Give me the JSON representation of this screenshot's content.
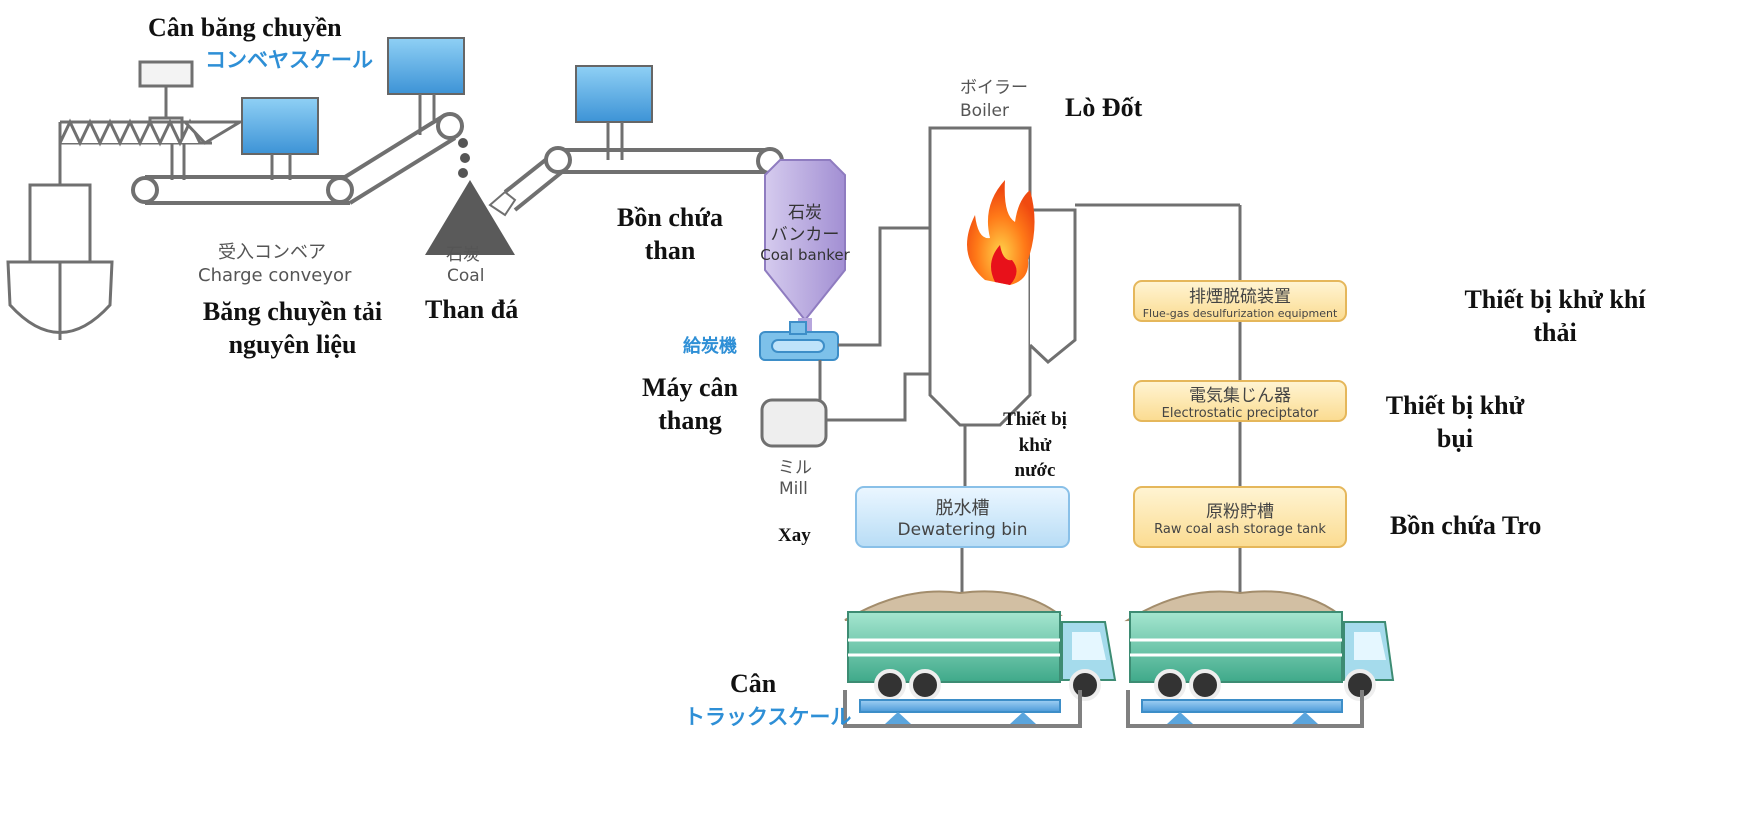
{
  "labels": {
    "conveyor_scale_vn": "Cân băng chuyền",
    "conveyor_scale_jp": "コンベヤスケール",
    "charge_conveyor_jp": "受入コンベア",
    "charge_conveyor_en": "Charge conveyor",
    "charge_conveyor_vn_1": "Băng chuyền tải",
    "charge_conveyor_vn_2": "nguyên liệu",
    "coal_jp": "石炭",
    "coal_en": "Coal",
    "coal_vn": "Than đá",
    "bunker_vn_1": "Bồn chứa",
    "bunker_vn_2": "than",
    "bunker_jp_1": "石炭",
    "bunker_jp_2": "バンカー",
    "bunker_en": "Coal banker",
    "feeder_jp": "給炭機",
    "feeder_vn_1": "Máy cân",
    "feeder_vn_2": "thang",
    "mill_jp": "ミル",
    "mill_en": "Mill",
    "mill_vn": "Xay",
    "boiler_jp": "ボイラー",
    "boiler_en": "Boiler",
    "boiler_vn": "Lò Đốt",
    "dewater_vn_1": "Thiết bị",
    "dewater_vn_2": "khử",
    "dewater_vn_3": "nước",
    "truck_scale_vn": "Cân",
    "truck_scale_jp": "トラックスケール",
    "fgd_vn_1": "Thiết bị khử khí",
    "fgd_vn_2": "thải",
    "esp_vn_1": "Thiết bị khử",
    "esp_vn_2": "bụi",
    "ash_vn": "Bồn chứa Tro"
  },
  "boxes": {
    "fgd_jp": "排煙脱硫装置",
    "fgd_en": "Flue-gas desulfurization equipment",
    "esp_jp": "電気集じん器",
    "esp_en": "Electrostatic preciptator",
    "ash_jp": "原粉貯槽",
    "ash_en": "Raw coal ash storage tank",
    "dewater_jp": "脱水槽",
    "dewater_en": "Dewatering bin"
  },
  "colors": {
    "monitor_blue": "#5fb0e6",
    "pipe_gray": "#707070",
    "bunker_purple": "#b7a6dd",
    "truck_green": "#6cc3a8",
    "box_yellow": "#fbdc92",
    "box_blue": "#b9ddf6",
    "flame_orange": "#ff6a10"
  }
}
